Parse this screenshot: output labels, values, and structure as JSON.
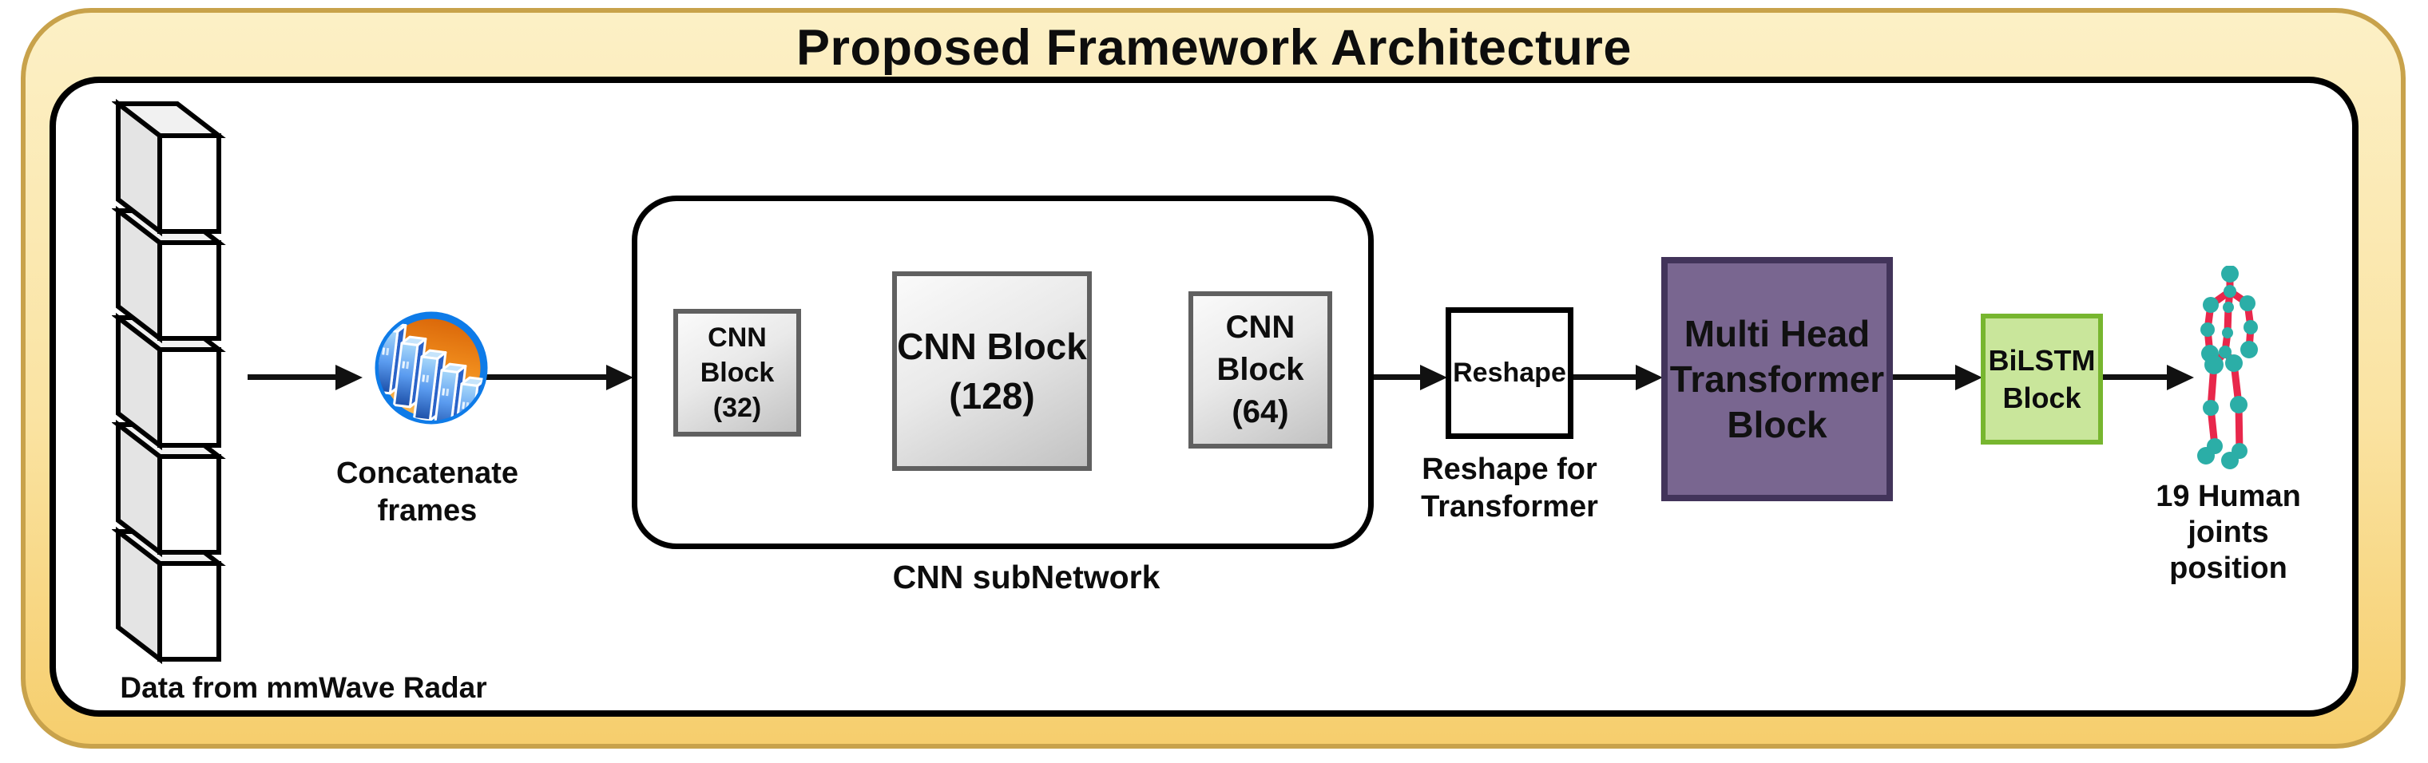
{
  "title": "Proposed Framework Architecture",
  "radar": {
    "caption": "Data from mmWave Radar"
  },
  "concat": {
    "line1": "Concatenate",
    "line2": "frames"
  },
  "cnn_subnet": {
    "caption": "CNN subNetwork"
  },
  "cnn_block_32": {
    "line1": "CNN",
    "line2": "Block",
    "line3": "(32)"
  },
  "cnn_block_128": {
    "line1": "CNN Block",
    "line2": "(128)"
  },
  "cnn_block_64": {
    "line1": "CNN",
    "line2": "Block",
    "line3": "(64)"
  },
  "reshape": {
    "box": "Reshape",
    "caption_line1": "Reshape for",
    "caption_line2": "Transformer"
  },
  "transformer": {
    "line1": "Multi Head",
    "line2": "Transformer",
    "line3": "Block"
  },
  "bilstm": {
    "line1": "BiLSTM",
    "line2": "Block"
  },
  "output": {
    "line1": "19 Human",
    "line2": "joints",
    "line3": "position"
  },
  "icons": {
    "radar_stack": "radar-frames-stack-icon",
    "concatenate": "concatenate-frames-icon",
    "skeleton": "human-skeleton-icon"
  },
  "colors": {
    "outer_fill_top": "#FCF0C6",
    "outer_fill_bottom": "#F6CE6D",
    "outer_stroke": "#C8A24B",
    "cnn_block_border": "#606060",
    "transformer_fill": "#796690",
    "transformer_border": "#42345A",
    "bilstm_fill": "#C9E69B",
    "bilstm_border": "#77B62F",
    "icon_ring_blue": "#0E7BE8",
    "icon_orange": "#F08C1C",
    "slab_blue": "#5B9CF0",
    "bone_red": "#E8274B",
    "joint_teal": "#2BAEA7"
  },
  "flow": [
    "radar-data -> concatenate-frames",
    "concatenate-frames -> cnn-subnetwork",
    "cnn-block-32 -> cnn-block-128",
    "cnn-block-128 -> cnn-block-64",
    "cnn-subnetwork -> reshape",
    "reshape -> multi-head-transformer-block",
    "multi-head-transformer-block -> bilstm-block",
    "bilstm-block -> 19-human-joints-position"
  ]
}
